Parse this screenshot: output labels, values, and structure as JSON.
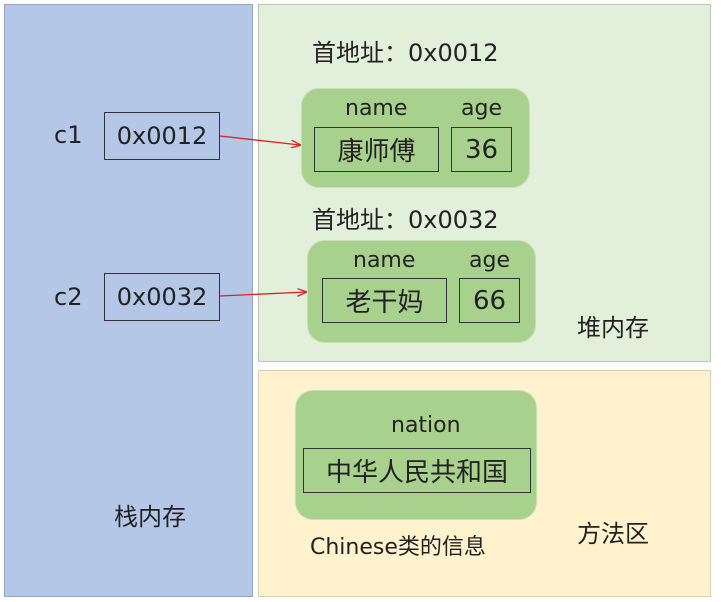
{
  "stack": {
    "title": "栈内存",
    "vars": [
      {
        "name": "c1",
        "value": "0x0012"
      },
      {
        "name": "c2",
        "value": "0x0032"
      }
    ]
  },
  "heap": {
    "title": "堆内存",
    "objects": [
      {
        "header": "首地址：0x0012",
        "field1_name": "name",
        "field1_value": "康师傅",
        "field2_name": "age",
        "field2_value": "36"
      },
      {
        "header": "首地址：0x0032",
        "field1_name": "name",
        "field1_value": "老干妈",
        "field2_name": "age",
        "field2_value": "66"
      }
    ]
  },
  "method_area": {
    "title": "方法区",
    "class_info": {
      "field_name": "nation",
      "field_value": "中华人民共和国",
      "caption": "Chinese类的信息"
    }
  },
  "colors": {
    "stack_bg": "#b4c7e7",
    "heap_bg": "#e2efda",
    "method_bg": "#fff2cc",
    "object_fill": "#a9d18e",
    "arrow": "#e02020"
  }
}
